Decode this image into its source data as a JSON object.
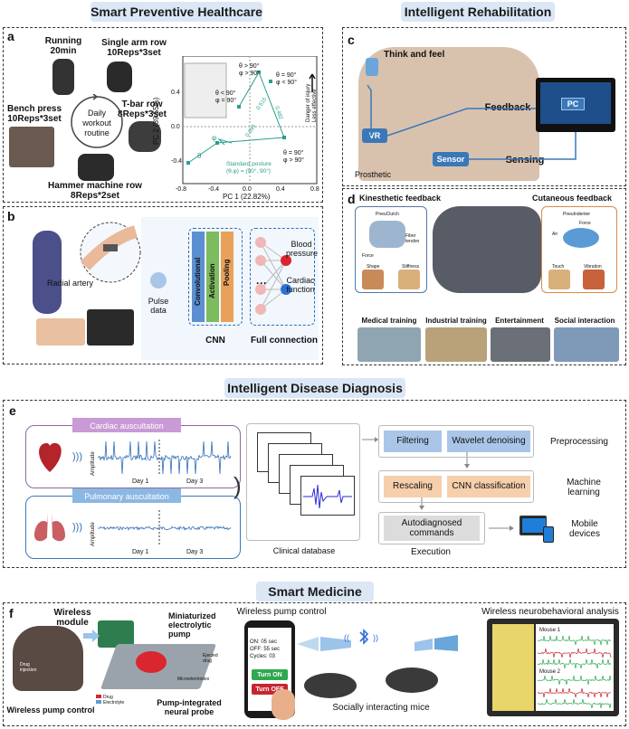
{
  "sections": {
    "preventive": "Smart Preventive Healthcare",
    "rehab": "Intelligent Rehabilitation",
    "diagnosis": "Intelligent Disease Diagnosis",
    "medicine": "Smart Medicine"
  },
  "panel_labels": {
    "a": "a",
    "b": "b",
    "c": "c",
    "d": "d",
    "e": "e",
    "f": "f"
  },
  "panel_a": {
    "running": "Running\n20min",
    "single_arm_row": "Single arm row\n10Reps*3set",
    "bench_press": "Bench press\n10Reps*3set",
    "t_bar_row": "T-bar row\n8Reps*3set",
    "routine": "Daily\nworkout\nroutine",
    "hammer": "Hammer machine row\n8Reps*2set",
    "pc2_label": "PC 2 (39.55%)",
    "pc1_label": "PC 1 (22.82%)",
    "xticks": [
      "-0.8",
      "-0.4",
      "0.0",
      "0.4",
      "0.8"
    ],
    "yticks": [
      "0.4",
      "0.0",
      "-0.4"
    ],
    "q_tr": "θ > 90°\nφ > 90°",
    "q_tr2": "θ = 90°\nφ < 90°",
    "q_tl": "θ < 90°\nφ = 90°",
    "q_br": "θ = 90°\nφ > 90°",
    "standard": "Standard posture\n(θ,φ) = (90°, 90°)",
    "theta": "θ",
    "phi": "φ",
    "danger": "Danger of injury\nLess effective",
    "num1": "0.515",
    "num2": "0.482",
    "num3": "0.693"
  },
  "panel_b": {
    "radial": "Radial artery",
    "pulse": "Pulse\ndata",
    "conv": "Convolutional",
    "act": "Activation",
    "pool": "Pooling",
    "cnn": "CNN",
    "full": "Full connection",
    "bp": "Blood\npressure",
    "cardiac": "Cardiac\nfunction",
    "dots": "···"
  },
  "panel_c": {
    "think": "Think and feel",
    "feedback": "Feedback",
    "vr": "VR",
    "pc": "PC",
    "sensor": "Sensor",
    "sensing": "Sensing",
    "prosthetic": "Prosthetic"
  },
  "panel_d": {
    "kin": "Kinesthetic feedback",
    "cut": "Cutaneous feedback",
    "pneuclutch": "PneuClutch",
    "pneuindenter": "PneuIndenter",
    "air": "Air",
    "force": "Force",
    "shape": "Shape",
    "stiffness": "Stiffness",
    "touch": "Touch",
    "vibration": "Vibration",
    "fiber": "Fiber\ntendon",
    "apps": [
      "Medical training",
      "Industrial training",
      "Entertainment",
      "Social interaction"
    ]
  },
  "panel_e": {
    "cardiac": "Cardiac auscultation",
    "pulmonary": "Pulmonary auscultation",
    "amplitude": "Amplitude",
    "day1": "Day 1",
    "day3": "Day 3",
    "database": "Clinical database",
    "filtering": "Filtering",
    "wavelet": "Wavelet denoising",
    "preprocessing": "Preprocessing",
    "rescaling": "Rescaling",
    "cnn": "CNN classification",
    "ml": "Machine\nlearning",
    "auto": "Autodiagnosed\ncommands",
    "execution": "Execution",
    "mobile": "Mobile\ndevices"
  },
  "panel_f": {
    "wireless_module": "Wireless\nmodule",
    "mini_pump": "Miniaturized\nelectrolytic\npump",
    "drug_injection": "Drug\ninjection",
    "ejected": "Ejected\ndrug",
    "microelectrodes": "Microelectrodes",
    "drug": "Drug",
    "electrolyte": "Electrolyte",
    "probe": "Pump-integrated\nneural probe",
    "wpc_left": "Wireless pump control",
    "wpc_top": "Wireless pump control",
    "phone_text": "ON: 05 sec\nOFF: 55 sec\nCycles: 03",
    "turn_on": "Turn ON",
    "turn_off": "Turn OFF",
    "mice": "Socially interacting mice",
    "neuro": "Wireless neurobehavioral analysis",
    "mouse1": "Mouse 1",
    "mouse2": "Mouse 2"
  },
  "colors": {
    "title_bg": "#dbe7f5",
    "teal": "#2a9d8f",
    "blue": "#2f6fb5",
    "green_layer": "#7dbb5f",
    "orange_layer": "#e8a15a",
    "purple_box": "#8b6aa6",
    "pink_tag": "#c99ad6",
    "box_blue": "#a9c6e8",
    "box_orange": "#f6cfac"
  }
}
